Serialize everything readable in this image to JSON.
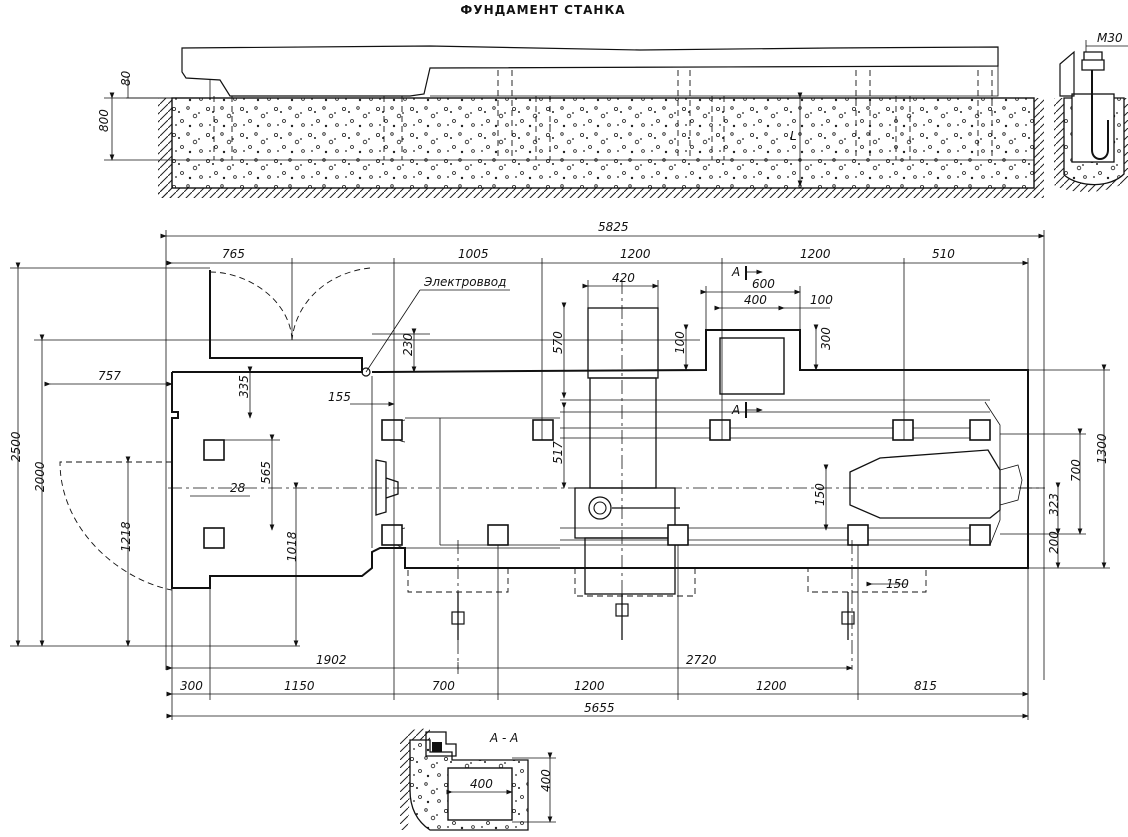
{
  "title": "ФУНДАМЕНТ СТАНКА",
  "section": {
    "label_top": "80",
    "label_depth": "800",
    "label_L": "L",
    "bolt": "M30"
  },
  "plan": {
    "overall_top": "5825",
    "overall_bottom": "5655",
    "top_dims": [
      "765",
      "1005",
      "1200",
      "1200",
      "510"
    ],
    "bottom_dims": [
      "300",
      "1150",
      "700",
      "1200",
      "1200",
      "815"
    ],
    "mid_dims": [
      "1902",
      "2720"
    ],
    "pit_dims": {
      "d420": "420",
      "d600": "600",
      "d400": "400",
      "d100": "100",
      "d300": "300",
      "d100v": "100"
    },
    "section_mark": "А",
    "left_dims": {
      "d2500": "2500",
      "d2000": "2000",
      "d1218": "1218",
      "d1018": "1018",
      "d757": "757",
      "d335": "335",
      "d565": "565",
      "d28": "28"
    },
    "center_dims": {
      "d230": "230",
      "d155": "155",
      "d570": "570",
      "d517": "517",
      "d150": "150",
      "d150b": "150"
    },
    "right_dims": {
      "d1300": "1300",
      "d700": "700",
      "d323": "323",
      "d200": "200"
    },
    "electro": "Электроввод"
  },
  "section_aa": {
    "label": "А - А",
    "width": "400",
    "height": "400"
  }
}
